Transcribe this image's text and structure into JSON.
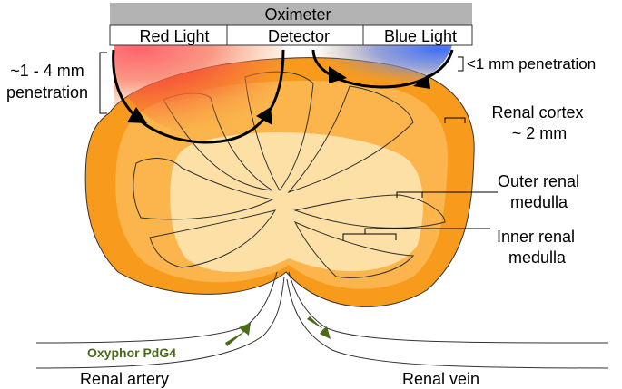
{
  "oximeter": {
    "title": "Oximeter",
    "red_light": "Red Light",
    "detector": "Detector",
    "blue_light": "Blue Light"
  },
  "penetration": {
    "red_line1": "~1 - 4 mm",
    "red_line2": "penetration",
    "blue": "<1 mm penetration"
  },
  "layers": {
    "cortex_line1": "Renal cortex",
    "cortex_line2": "~ 2 mm",
    "outer_line1": "Outer renal",
    "outer_line2": "medulla",
    "inner_line1": "Inner renal",
    "inner_line2": "medulla"
  },
  "vessels": {
    "tracer": "Oxyphor PdG4",
    "artery": "Renal artery",
    "vein": "Renal vein"
  },
  "colors": {
    "cortex": "#f89a1c",
    "outer_medulla": "#fbb54c",
    "inner_medulla": "#fde0a6",
    "red_light": "#ff3030",
    "blue_light": "#4a78f0",
    "flow_arrow": "#4a6a1a"
  }
}
